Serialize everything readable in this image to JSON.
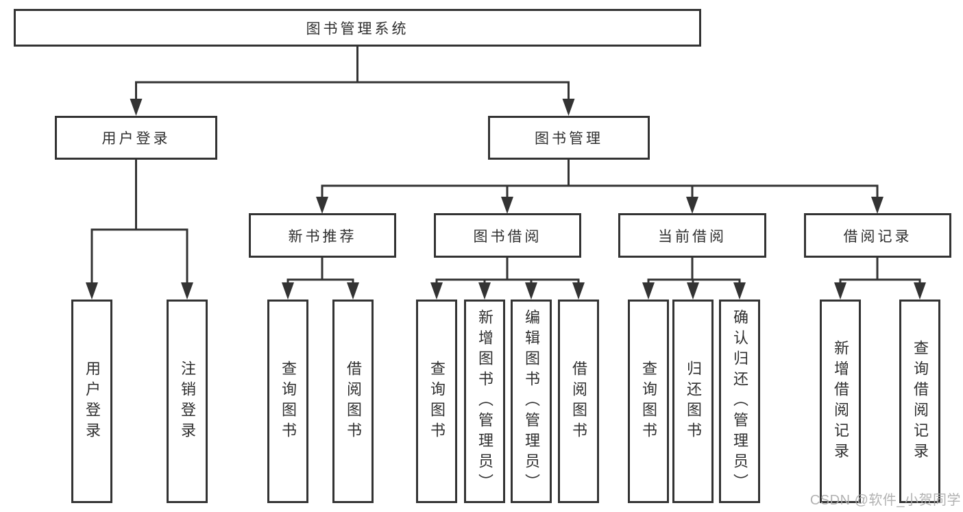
{
  "nodes": {
    "root": "图书管理系统",
    "user_login": "用户登录",
    "book_management": "图书管理",
    "new_book_recommend": "新书推荐",
    "book_borrow": "图书借阅",
    "current_borrow": "当前借阅",
    "borrow_records": "借阅记录"
  },
  "leaves": {
    "user_login": [
      "用户登录",
      "注销登录"
    ],
    "new_book_recommend": [
      "查询图书",
      "借阅图书"
    ],
    "book_borrow": [
      "查询图书",
      "新增图书（管理员）",
      "编辑图书（管理员）",
      "借阅图书"
    ],
    "current_borrow": [
      "查询图书",
      "归还图书",
      "确认归还（管理员）"
    ],
    "borrow_records": [
      "新增借阅记录",
      "查询借阅记录"
    ]
  },
  "watermark": "CSDN @软件_小贺同学",
  "colors": {
    "line": "#333333",
    "box_border": "#333333",
    "text": "#2f2f2f",
    "watermark": "#ababab",
    "background": "#ffffff"
  }
}
